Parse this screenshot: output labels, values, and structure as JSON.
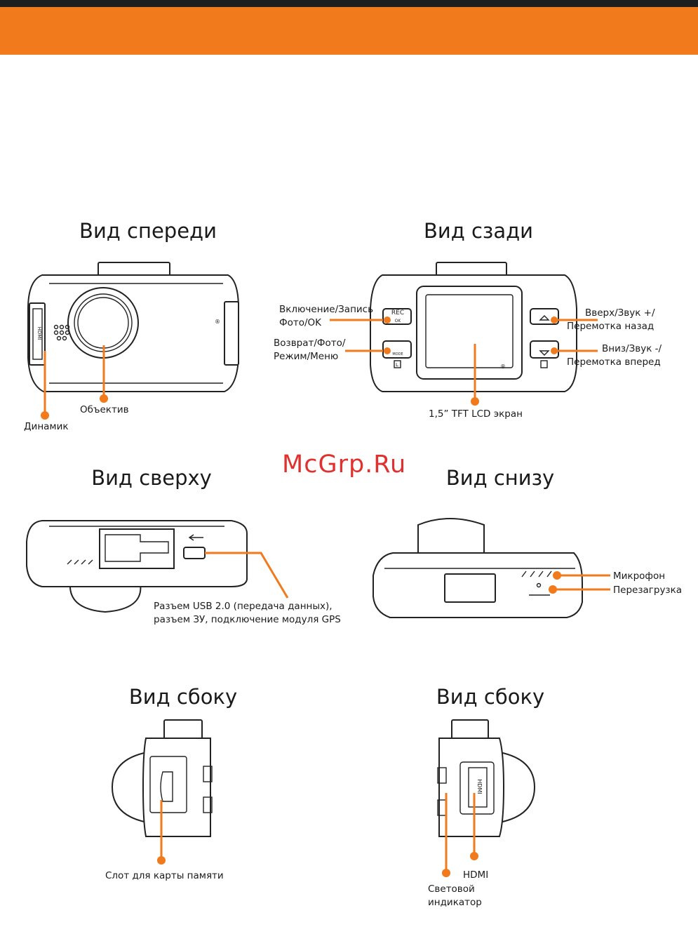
{
  "views": {
    "front": "Вид спереди",
    "back": "Вид сзади",
    "top": "Вид сверху",
    "bottom": "Вид снизу",
    "side_left": "Вид сбоку",
    "side_right": "Вид сбоку"
  },
  "labels": {
    "speaker": "Динамик",
    "lens": "Объектив",
    "power_rec_line1": "Включение/Запись",
    "power_rec_line2": "Фото/OK",
    "back_line1": "Возврат/Фото/",
    "back_line2": "Режим/Меню",
    "screen": "1,5” TFT LCD экран",
    "up_line1": "Вверх/Звук +/",
    "up_line2": "Перемотка назад",
    "down_line1": "Вниз/Звук -/",
    "down_line2": "Перемотка вперед",
    "usb_line1": "Разъем USB 2.0 (передача данных),",
    "usb_line2": "разъем ЗУ, подключение модуля GPS",
    "mic": "Микрофон",
    "reset": "Перезагрузка",
    "card_slot": "Слот для карты памяти",
    "hdmi": "HDMI",
    "led_line1": "Световой",
    "led_line2": "индикатор"
  },
  "device_marks": {
    "hdmi": "HDMI",
    "rec": "REC",
    "ok": "OK",
    "mode": "MODE",
    "registered": "®",
    "l": "L"
  },
  "watermark": "McGrp.Ru",
  "colors": {
    "accent": "#f07a1c",
    "dark_bar": "#1e1e1e",
    "watermark": "#e0312f"
  }
}
